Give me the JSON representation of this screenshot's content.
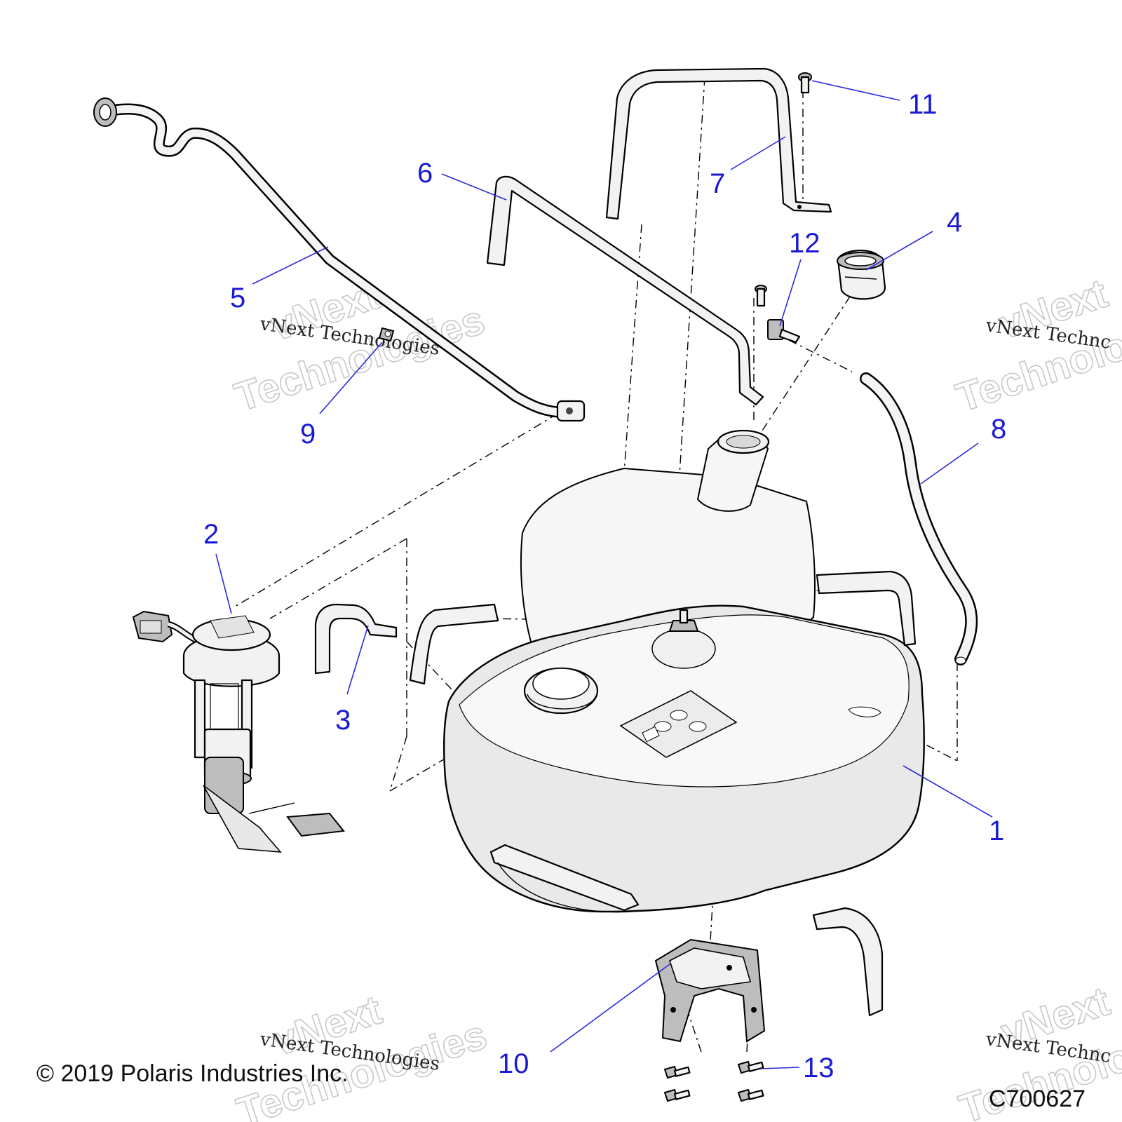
{
  "callouts": {
    "c1": "1",
    "c2": "2",
    "c3": "3",
    "c4": "4",
    "c5": "5",
    "c6": "6",
    "c7": "7",
    "c8": "8",
    "c9": "9",
    "c10": "10",
    "c11": "11",
    "c12": "12",
    "c13": "13"
  },
  "watermark": {
    "brand_line": "vNext Technologies",
    "outline_top": "vNext",
    "outline_bottom": "Technologies",
    "edge_top": "vNext",
    "edge_line": "vNext Technc",
    "edge_bottom": "Technolo"
  },
  "footer": {
    "copyright": "© 2019 Polaris Industries Inc.",
    "drawing_code": "C700627"
  },
  "colors": {
    "callout": "#1a1ad6",
    "leader": "#2a2ae0",
    "watermark_outline": "#c8c8c8"
  }
}
